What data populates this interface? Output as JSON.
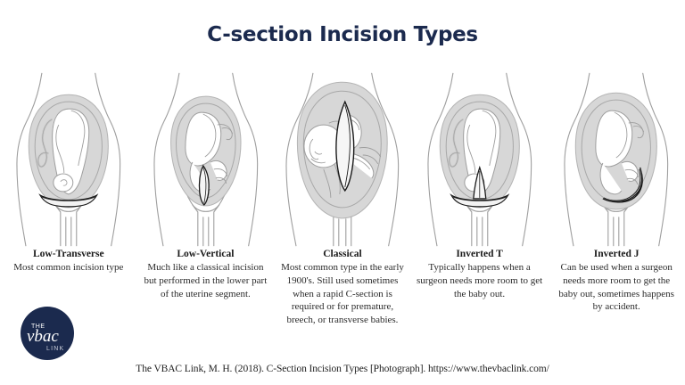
{
  "title": "C-section Incision Types",
  "colors": {
    "title_navy": "#1b2a4e",
    "logo_navy": "#1b2a4e",
    "uterus_fill": "#d7d7d7",
    "body_outline": "#9e9e9e",
    "fetus_fill": "#ffffff",
    "incision_stroke": "#1a1a1a",
    "text_dark": "#1a1a1a",
    "page_background": "#ffffff"
  },
  "incision_types": [
    {
      "name": "Low-Transverse",
      "description": "Most common incision type",
      "incision_shape": "horizontal-lens",
      "incision_position": "lower-uterine-segment",
      "fetus_orientation": "cephalic-head-down"
    },
    {
      "name": "Low-Vertical",
      "description": "Much like a classical incision but performed in the lower part of the uterine segment.",
      "incision_shape": "vertical-lens-small",
      "incision_position": "lower-uterine-segment",
      "fetus_orientation": "cephalic-head-down"
    },
    {
      "name": "Classical",
      "description": "Most common type in the early 1900's. Still used sometimes when a rapid C-section is required or for premature, breech, or transverse babies.",
      "incision_shape": "vertical-lens-large",
      "incision_position": "upper-uterine-segment",
      "fetus_orientation": "transverse"
    },
    {
      "name": "Inverted T",
      "description": "Typically happens when a surgeon needs more room to get the baby out.",
      "incision_shape": "inverted-t",
      "incision_position": "lower-uterine-segment-with-vertical-extension",
      "fetus_orientation": "cephalic-head-down"
    },
    {
      "name": "Inverted J",
      "description": "Can be used when a surgeon needs more room to get the baby out, sometimes happens by accident.",
      "incision_shape": "inverted-j",
      "incision_position": "lower-uterine-segment-curving-upward-right",
      "fetus_orientation": "cephalic-head-down"
    }
  ],
  "logo": {
    "line_top": "THE",
    "wordmark": "vbac",
    "line_bottom": "LINK"
  },
  "credit": "The VBAC Link, M. H. (2018). C-Section Incision Types [Photograph]. https://www.thevbaclink.com/"
}
